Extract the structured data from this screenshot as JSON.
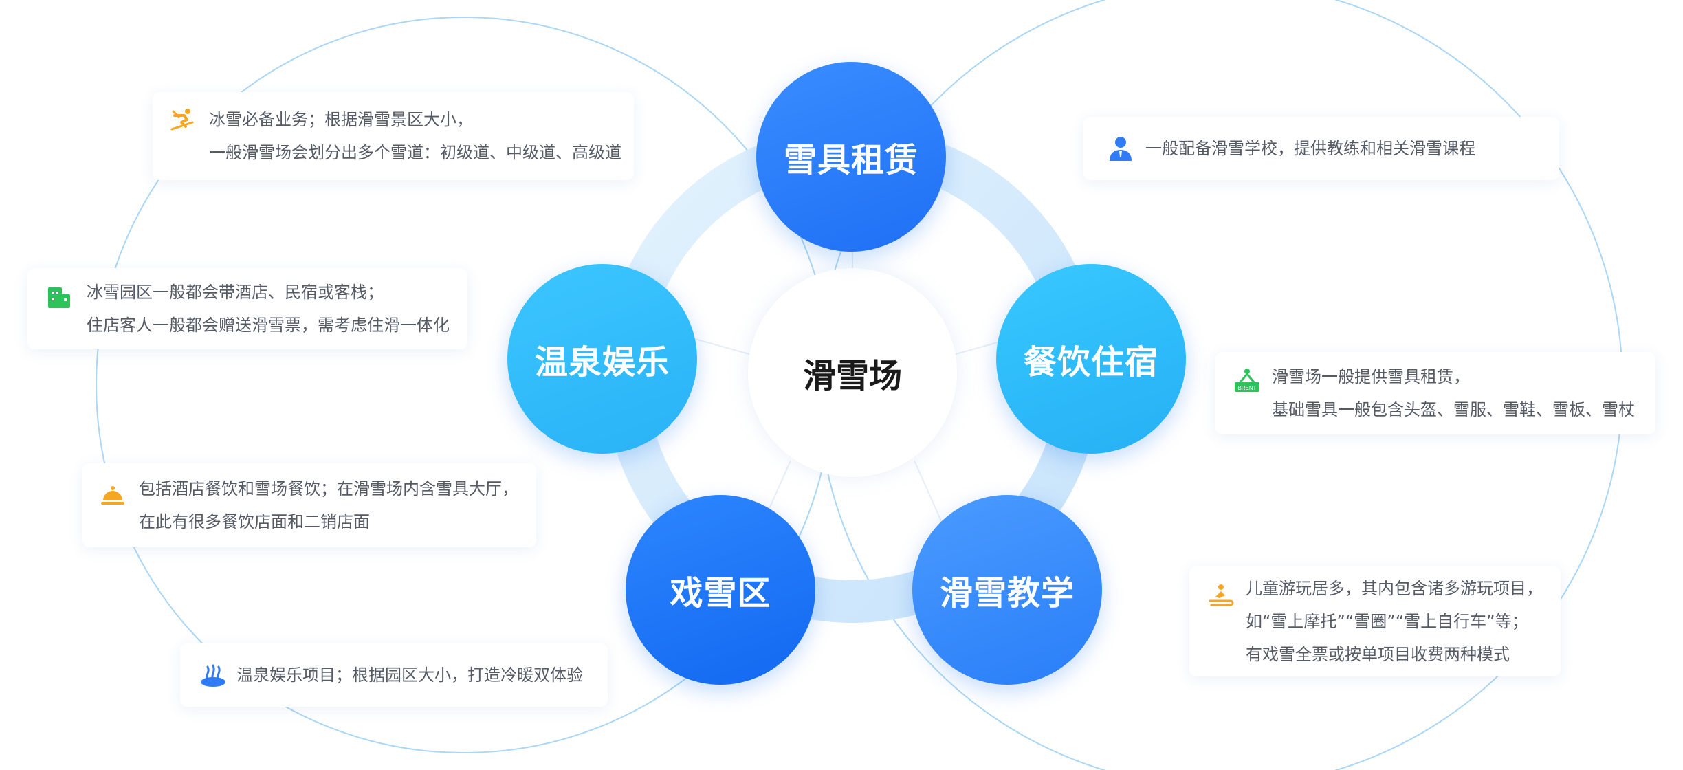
{
  "center_label": "滑雪场",
  "nodes": [
    {
      "label": "雪具租赁",
      "color_from": "#3a8dff",
      "color_to": "#1f6ff5"
    },
    {
      "label": "餐饮住宿",
      "color_from": "#38c8ff",
      "color_to": "#26b0f5"
    },
    {
      "label": "滑雪教学",
      "color_from": "#4a9bff",
      "color_to": "#2a7ef8"
    },
    {
      "label": "戏雪区",
      "color_from": "#2d86ff",
      "color_to": "#1268f0"
    },
    {
      "label": "温泉娱乐",
      "color_from": "#3cc6ff",
      "color_to": "#29b2f6"
    }
  ],
  "left_cards": [
    {
      "icon": "skier-icon",
      "icon_color": "#f5a623",
      "lines": [
        "冰雪必备业务；根据滑雪景区大小，",
        "一般滑雪场会划分出多个雪道：初级道、中级道、高级道"
      ]
    },
    {
      "icon": "building-icon",
      "icon_color": "#2ec25b",
      "lines": [
        "冰雪园区一般都会带酒店、民宿或客栈；",
        "住店客人一般都会赠送滑雪票，需考虑住滑一体化"
      ]
    },
    {
      "icon": "food-cloche-icon",
      "icon_color": "#f5a623",
      "lines": [
        "包括酒店餐饮和雪场餐饮；在滑雪场内含雪具大厅，",
        "在此有很多餐饮店面和二销店面"
      ]
    },
    {
      "icon": "hot-spring-icon",
      "icon_color": "#2f7cf6",
      "lines": [
        "温泉娱乐项目；根据园区大小，打造冷暖双体验"
      ]
    }
  ],
  "right_cards": [
    {
      "icon": "teacher-icon",
      "icon_color": "#2f7cf6",
      "lines": [
        "一般配备滑雪学校，提供教练和相关滑雪课程"
      ]
    },
    {
      "icon": "rental-sign-icon",
      "icon_color": "#2ec25b",
      "icon_text": "BRENT",
      "lines": [
        "滑雪场一般提供雪具租赁，",
        "基础雪具一般包含头盔、雪服、雪鞋、雪板、雪杖"
      ]
    },
    {
      "icon": "sled-icon",
      "icon_color": "#f5a623",
      "lines": [
        "儿童游玩居多，其内包含诸多游玩项目，",
        "如“雪上摩托”“雪圈”“雪上自行车”等；",
        "有戏雪全票或按单项目收费两种模式"
      ]
    }
  ],
  "colors": {
    "ring": "#d4ebfc",
    "outline": "#8fcaf3"
  }
}
